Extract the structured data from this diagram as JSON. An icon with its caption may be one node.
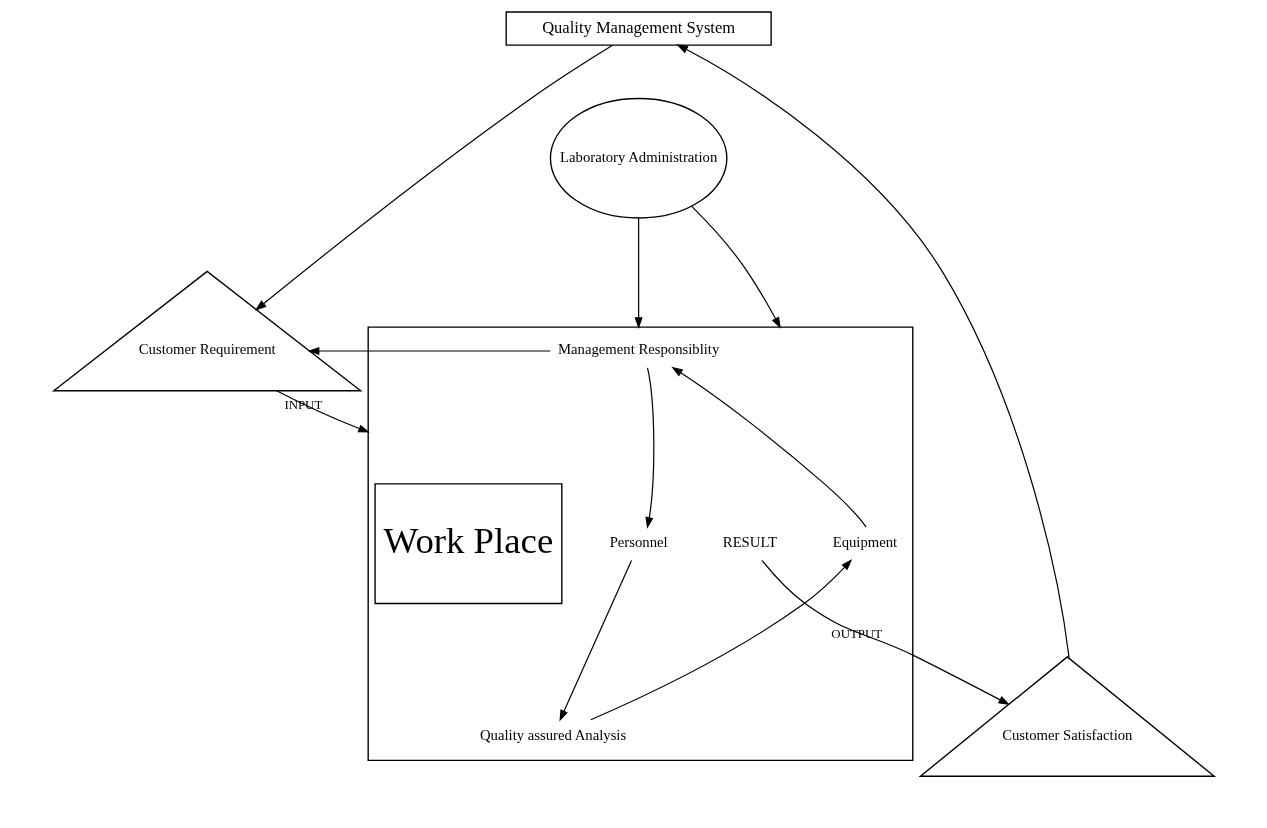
{
  "diagram": {
    "nodes": [
      {
        "text": [
          "Quality Management System"
        ]
      },
      {
        "text": [
          "Laboratory Administration"
        ]
      },
      {
        "text": [
          "Customer Requirement"
        ]
      },
      {
        "text": [],
        "shape": "box"
      },
      {
        "text": [
          "Management Responsiblity"
        ],
        "in": 3
      },
      {
        "text": [
          "Personnel"
        ],
        "in": 3
      },
      {
        "text": [
          "Work Place"
        ],
        "in": 3
      },
      {
        "text": [
          "Equipment"
        ],
        "in": 3
      },
      {
        "text": [
          "Quality assured Analysis"
        ],
        "in": 3
      },
      {
        "text": [
          "RESULT"
        ],
        "in": 3
      },
      {
        "text": [
          "Customer Satisfaction"
        ]
      }
    ],
    "edges": [
      {
        "from": 0,
        "to": 2,
        "arrow": "to"
      },
      {
        "from": 1,
        "to": 3,
        "arrow": "to"
      },
      {
        "from": 1,
        "to": 3,
        "arrow": "to"
      },
      {
        "from": 4,
        "to": 2,
        "arrow": "to"
      },
      {
        "from": 4,
        "to": 5,
        "arrow": "to"
      },
      {
        "from": 5,
        "to": 8,
        "arrow": "to"
      },
      {
        "from": 8,
        "to": 7,
        "arrow": "to"
      },
      {
        "from": 7,
        "to": 4,
        "arrow": "to"
      },
      {
        "from": 2,
        "to": 3,
        "arrow": "to",
        "label": "INPUT"
      },
      {
        "from": 9,
        "to": 10,
        "arrow": "to",
        "label": "OUTPUT"
      },
      {
        "from": 10,
        "to": 0,
        "arrow": "to"
      }
    ]
  }
}
